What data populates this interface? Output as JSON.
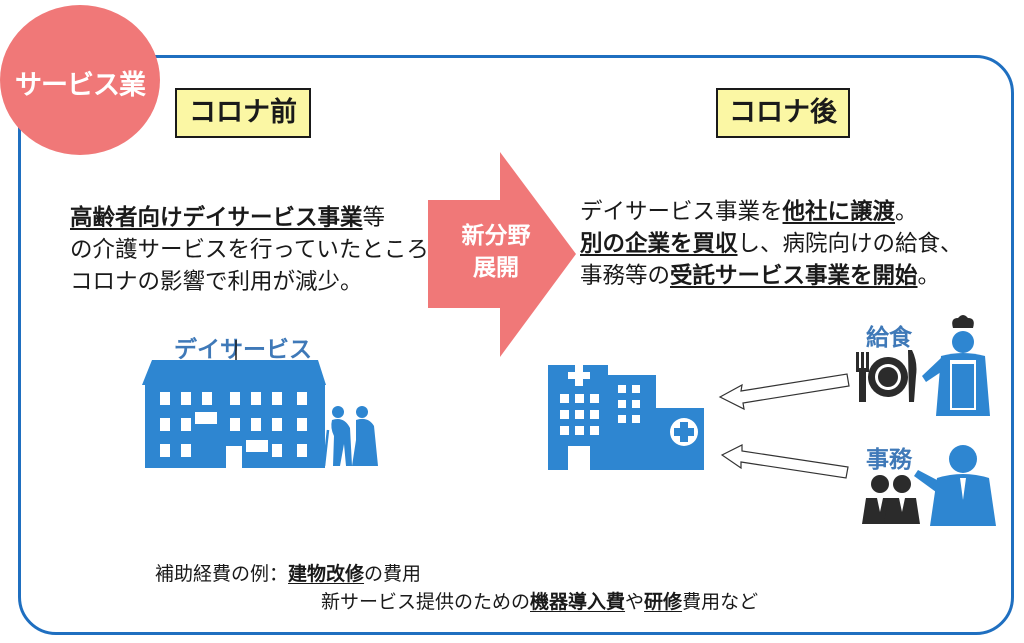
{
  "category": "サービス業",
  "before_tag": "コロナ前",
  "after_tag": "コロナ後",
  "before_text": {
    "line1_bold": "高齢者向けデイサービス事業",
    "line1_rest": "等",
    "line2": "の介護サービスを行っていたところ、",
    "line3": "コロナの影響で利用が減少。"
  },
  "arrow_label": [
    "新分野",
    "展開"
  ],
  "after_text": {
    "l1_a": "デイサービス事業を",
    "l1_b": "他社に譲渡",
    "l1_c": "。",
    "l2_a": "別の企業を買収",
    "l2_b": "し、病院向けの給食、",
    "l3_a": "事務等の",
    "l3_b": "受託サービス事業を開始",
    "l3_c": "。"
  },
  "day_service_caption": "デイサービス",
  "meal_caption": "給食",
  "office_caption": "事務",
  "subsidy": {
    "label": "補助経費の例：",
    "item1_bold": "建物改修",
    "item1_rest": "の費用",
    "item2_a": "新サービス提供のための",
    "item2_bold1": "機器導入費",
    "item2_mid": "や",
    "item2_bold2": "研修",
    "item2_rest": "費用など"
  },
  "colors": {
    "frame": "#1f6fc0",
    "circle": "#f07878",
    "tag_bg": "#fbf7a4",
    "icon_blue": "#2e86d1",
    "icon_dark": "#2b2b2b",
    "arrow": "#f07878"
  }
}
